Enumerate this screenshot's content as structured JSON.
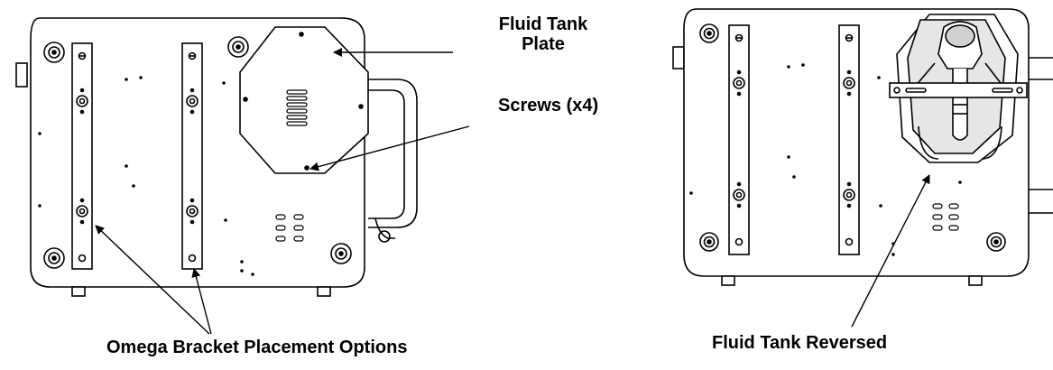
{
  "labels": {
    "fluid_tank_plate_line1": "Fluid Tank",
    "fluid_tank_plate_line2": "Plate",
    "screws": "Screws (x4)",
    "omega_bracket": "Omega Bracket Placement Options",
    "fluid_tank_reversed": "Fluid Tank Reversed"
  },
  "colors": {
    "line": "#000000",
    "background": "#ffffff",
    "fill_gray": "#d9d9d9"
  }
}
